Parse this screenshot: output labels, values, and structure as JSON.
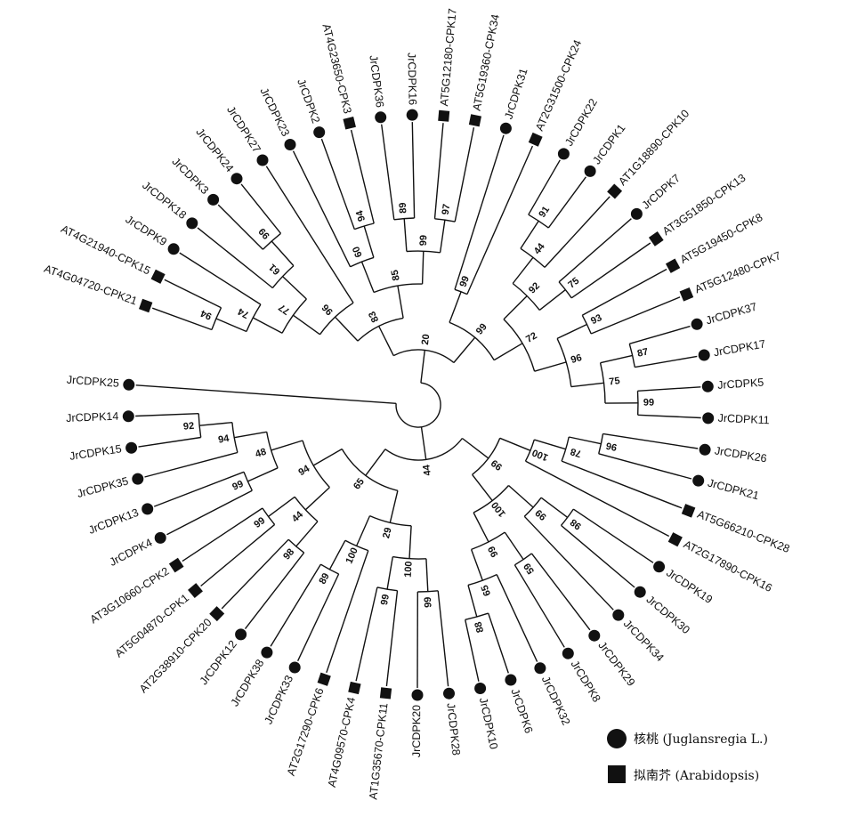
{
  "taxa": [
    {
      "label": "AT4G04720-CPK21",
      "marker": "square"
    },
    {
      "label": "AT4G21940-CPK15",
      "marker": "square"
    },
    {
      "label": "JrCDPK9",
      "marker": "circle"
    },
    {
      "label": "JrCDPK18",
      "marker": "circle"
    },
    {
      "label": "JrCDPK3",
      "marker": "circle"
    },
    {
      "label": "JrCDPK24",
      "marker": "circle"
    },
    {
      "label": "JrCDPK27",
      "marker": "circle"
    },
    {
      "label": "JrCDPK23",
      "marker": "circle"
    },
    {
      "label": "JrCDPK2",
      "marker": "circle"
    },
    {
      "label": "AT4G23650-CPK3",
      "marker": "square"
    },
    {
      "label": "JrCDPK36",
      "marker": "circle"
    },
    {
      "label": "JrCDPK16",
      "marker": "circle"
    },
    {
      "label": "AT5G12180-CPK17",
      "marker": "square"
    },
    {
      "label": "AT5G19360-CPK34",
      "marker": "square"
    },
    {
      "label": "JrCDPK31",
      "marker": "circle"
    },
    {
      "label": "AT2G31500-CPK24",
      "marker": "square"
    },
    {
      "label": "JrCDPK22",
      "marker": "circle"
    },
    {
      "label": "JrCDPK1",
      "marker": "circle"
    },
    {
      "label": "AT1G18890-CPK10",
      "marker": "square"
    },
    {
      "label": "JrCDPK7",
      "marker": "circle"
    },
    {
      "label": "AT3G51850-CPK13",
      "marker": "square"
    },
    {
      "label": "AT5G19450-CPK8",
      "marker": "square"
    },
    {
      "label": "AT5G12480-CPK7",
      "marker": "square"
    },
    {
      "label": "JrCDPK37",
      "marker": "circle"
    },
    {
      "label": "JrCDPK17",
      "marker": "circle"
    },
    {
      "label": "JrCDPK5",
      "marker": "circle"
    },
    {
      "label": "JrCDPK11",
      "marker": "circle"
    },
    {
      "label": "JrCDPK26",
      "marker": "circle"
    },
    {
      "label": "JrCDPK21",
      "marker": "circle"
    },
    {
      "label": "AT5G66210-CPK28",
      "marker": "square"
    },
    {
      "label": "AT2G17890-CPK16",
      "marker": "square"
    },
    {
      "label": "JrCDPK19",
      "marker": "circle"
    },
    {
      "label": "JrCDPK30",
      "marker": "circle"
    },
    {
      "label": "JrCDPK34",
      "marker": "circle"
    },
    {
      "label": "JrCDPK29",
      "marker": "circle"
    },
    {
      "label": "JrCDPK8",
      "marker": "circle"
    },
    {
      "label": "JrCDPK32",
      "marker": "circle"
    },
    {
      "label": "JrCDPK6",
      "marker": "circle"
    },
    {
      "label": "JrCDPK10",
      "marker": "circle"
    },
    {
      "label": "JrCDPK28",
      "marker": "circle"
    },
    {
      "label": "JrCDPK20",
      "marker": "circle"
    },
    {
      "label": "AT1G35670-CPK11",
      "marker": "square"
    },
    {
      "label": "AT4G09570-CPK4",
      "marker": "square"
    },
    {
      "label": "AT2G17290-CPK6",
      "marker": "square"
    },
    {
      "label": "JrCDPK33",
      "marker": "circle"
    },
    {
      "label": "JrCDPK38",
      "marker": "circle"
    },
    {
      "label": "JrCDPK12",
      "marker": "circle"
    },
    {
      "label": "AT2G38910-CPK20",
      "marker": "square"
    },
    {
      "label": "AT5G04870-CPK1",
      "marker": "square"
    },
    {
      "label": "AT3G10660-CPK2",
      "marker": "square"
    },
    {
      "label": "JrCDPK4",
      "marker": "circle"
    },
    {
      "label": "JrCDPK13",
      "marker": "circle"
    },
    {
      "label": "JrCDPK35",
      "marker": "circle"
    },
    {
      "label": "JrCDPK15",
      "marker": "circle"
    },
    {
      "label": "JrCDPK14",
      "marker": "circle"
    },
    {
      "label": "JrCDPK25",
      "marker": "circle"
    }
  ],
  "tree": {
    "children": [
      {
        "b": "20",
        "children": [
          {
            "b": "83",
            "children": [
              {
                "b": "96",
                "children": [
                  {
                    "b": "77",
                    "children": [
                      {
                        "b": "74",
                        "children": [
                          {
                            "b": "94",
                            "children": [
                              {
                                "t": 0
                              },
                              {
                                "t": 1
                              }
                            ]
                          },
                          {
                            "t": 2
                          }
                        ]
                      },
                      {
                        "b": "61",
                        "children": [
                          {
                            "t": 3
                          },
                          {
                            "b": "99",
                            "children": [
                              {
                                "t": 4
                              },
                              {
                                "t": 5
                              }
                            ]
                          }
                        ]
                      }
                    ]
                  },
                  {
                    "t": 6
                  }
                ]
              },
              {
                "b": "85",
                "children": [
                  {
                    "b": "60",
                    "children": [
                      {
                        "t": 7
                      },
                      {
                        "b": "94",
                        "children": [
                          {
                            "t": 8
                          },
                          {
                            "t": 9
                          }
                        ]
                      }
                    ]
                  },
                  {
                    "b": "99",
                    "children": [
                      {
                        "b": "89",
                        "children": [
                          {
                            "t": 10
                          },
                          {
                            "t": 11
                          }
                        ]
                      },
                      {
                        "b": "97",
                        "children": [
                          {
                            "t": 12
                          },
                          {
                            "t": 13
                          }
                        ]
                      }
                    ]
                  }
                ]
              }
            ]
          },
          {
            "b": "99",
            "children": [
              {
                "b": "99",
                "children": [
                  {
                    "t": 14
                  },
                  {
                    "t": 15
                  }
                ]
              },
              {
                "b": "72",
                "children": [
                  {
                    "b": "92",
                    "children": [
                      {
                        "b": "44",
                        "children": [
                          {
                            "b": "91",
                            "children": [
                              {
                                "t": 16
                              },
                              {
                                "t": 17
                              }
                            ]
                          },
                          {
                            "t": 18
                          }
                        ]
                      },
                      {
                        "b": "75",
                        "children": [
                          {
                            "t": 19
                          },
                          {
                            "t": 20
                          }
                        ]
                      }
                    ]
                  },
                  {
                    "b": "96",
                    "children": [
                      {
                        "b": "93",
                        "children": [
                          {
                            "t": 21
                          },
                          {
                            "t": 22
                          }
                        ]
                      },
                      {
                        "b": "75",
                        "children": [
                          {
                            "b": "87",
                            "children": [
                              {
                                "t": 23
                              },
                              {
                                "t": 24
                              }
                            ]
                          },
                          {
                            "b": "99",
                            "children": [
                              {
                                "t": 25
                              },
                              {
                                "t": 26
                              }
                            ]
                          }
                        ]
                      }
                    ]
                  }
                ]
              }
            ]
          }
        ]
      },
      {
        "b": "44",
        "children": [
          {
            "b": "99",
            "children": [
              {
                "b": "100",
                "children": [
                  {
                    "b": "78",
                    "children": [
                      {
                        "b": "96",
                        "children": [
                          {
                            "t": 27
                          },
                          {
                            "t": 28
                          }
                        ]
                      },
                      {
                        "t": 29
                      }
                    ]
                  },
                  {
                    "t": 30
                  }
                ]
              },
              {
                "b": "100",
                "children": [
                  {
                    "b": "99",
                    "children": [
                      {
                        "b": "98",
                        "children": [
                          {
                            "t": 31
                          },
                          {
                            "t": 32
                          }
                        ]
                      },
                      {
                        "t": 33
                      }
                    ]
                  },
                  {
                    "b": "99",
                    "children": [
                      {
                        "b": "59",
                        "children": [
                          {
                            "t": 34
                          },
                          {
                            "t": 35
                          }
                        ]
                      },
                      {
                        "b": "65",
                        "children": [
                          {
                            "t": 36
                          },
                          {
                            "b": "88",
                            "children": [
                              {
                                "t": 37
                              },
                              {
                                "t": 38
                              }
                            ]
                          }
                        ]
                      }
                    ]
                  }
                ]
              }
            ]
          },
          {
            "b": "65",
            "children": [
              {
                "b": "29",
                "children": [
                  {
                    "b": "100",
                    "children": [
                      {
                        "b": "99",
                        "children": [
                          {
                            "t": 39
                          },
                          {
                            "t": 40
                          }
                        ]
                      },
                      {
                        "b": "99",
                        "children": [
                          {
                            "t": 41
                          },
                          {
                            "t": 42
                          }
                        ]
                      }
                    ]
                  },
                  {
                    "b": "100",
                    "children": [
                      {
                        "t": 43
                      },
                      {
                        "b": "89",
                        "children": [
                          {
                            "t": 44
                          },
                          {
                            "t": 45
                          }
                        ]
                      }
                    ]
                  }
                ]
              },
              {
                "b": "94",
                "children": [
                  {
                    "b": "44",
                    "children": [
                      {
                        "b": "98",
                        "children": [
                          {
                            "t": 46
                          },
                          {
                            "t": 47
                          }
                        ]
                      },
                      {
                        "b": "99",
                        "children": [
                          {
                            "t": 48
                          },
                          {
                            "t": 49
                          }
                        ]
                      }
                    ]
                  },
                  {
                    "b": "48",
                    "children": [
                      {
                        "b": "99",
                        "children": [
                          {
                            "t": 50
                          },
                          {
                            "t": 51
                          }
                        ]
                      },
                      {
                        "b": "94",
                        "children": [
                          {
                            "t": 52
                          },
                          {
                            "b": "92",
                            "children": [
                              {
                                "t": 53
                              },
                              {
                                "t": 54
                              }
                            ]
                          }
                        ]
                      }
                    ]
                  }
                ]
              }
            ]
          }
        ]
      },
      {
        "t": 55
      }
    ]
  },
  "legend": {
    "items": [
      {
        "marker": "circle",
        "text": "核桃 (Juglansregia L.)"
      },
      {
        "marker": "square",
        "text": "拟南芥 (Arabidopsis)"
      }
    ]
  },
  "colors": {
    "ink": "#111111",
    "background": "#ffffff"
  }
}
